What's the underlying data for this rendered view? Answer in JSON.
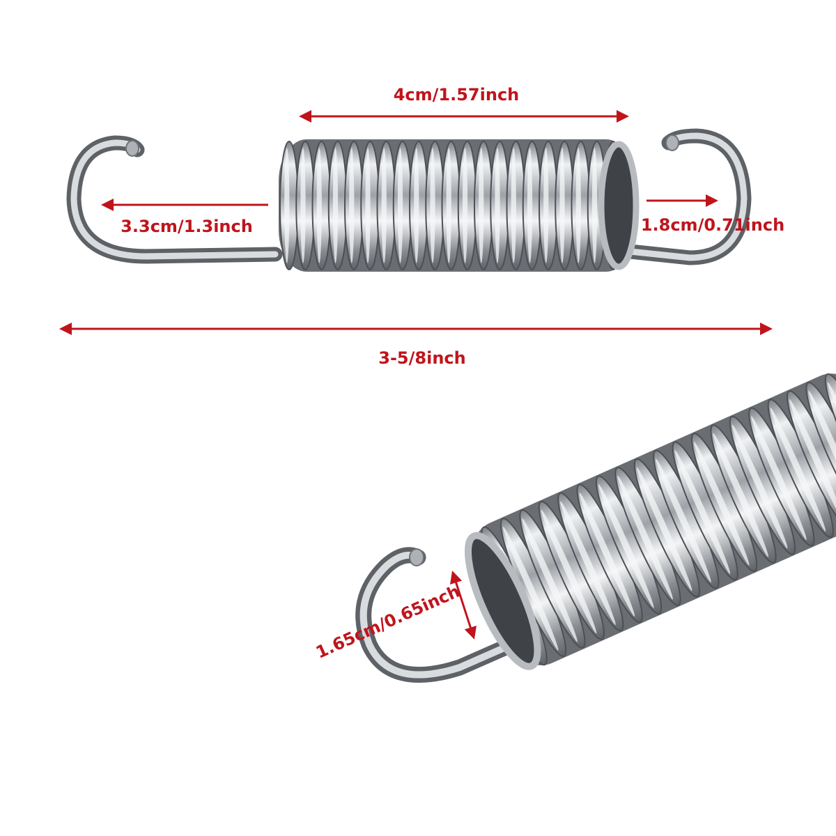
{
  "colors": {
    "background": "#ffffff",
    "annotation": "#c0141c",
    "steel_dark": "#6e7277",
    "steel_mid": "#a9adb2",
    "steel_light": "#eceef0",
    "steel_shadow": "#4d5155"
  },
  "icons": {
    "spring_top": "extension-spring-icon",
    "spring_bottom": "extension-spring-closeup-icon",
    "arrow": "double-arrow-icon"
  },
  "dimensions": {
    "coil_length": "4cm/1.57inch",
    "left_hook": "3.3cm/1.3inch",
    "right_hook": "1.8cm/0.71inch",
    "overall_length": "3-5/8inch",
    "wire_gap": "1.65cm/0.65inch"
  }
}
